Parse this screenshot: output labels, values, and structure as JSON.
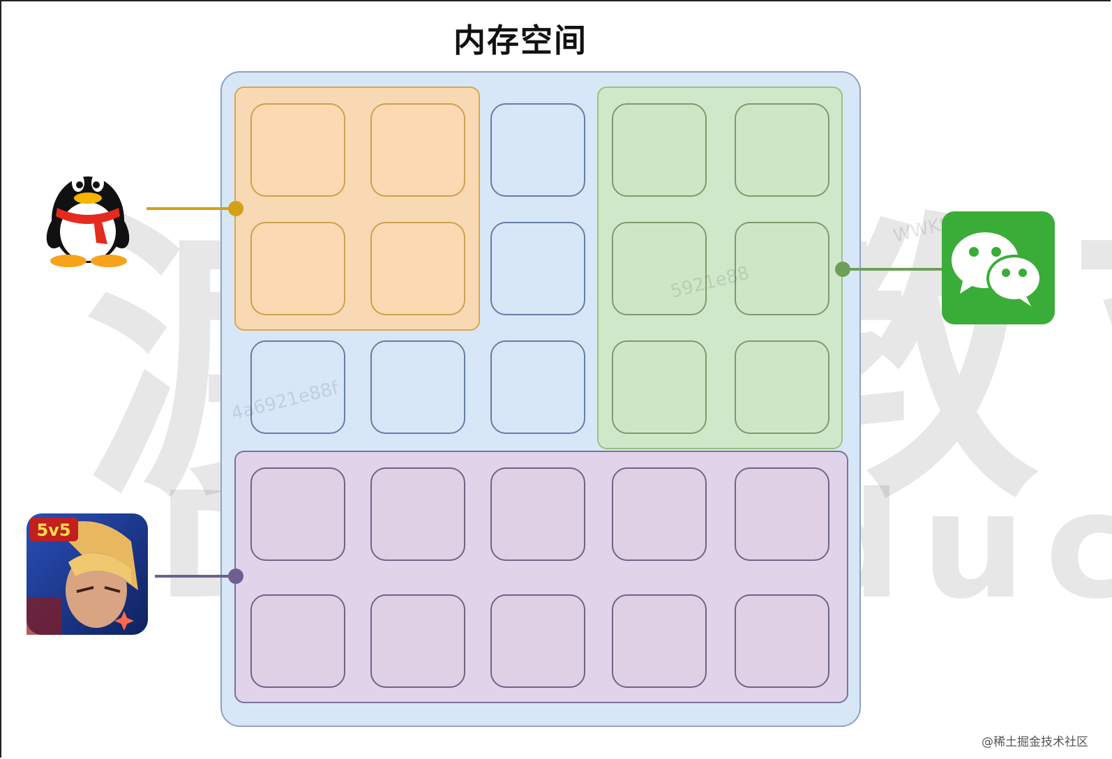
{
  "title": "内存空间",
  "watermark": {
    "chinese": "渡一教育",
    "english": "Duyi Education",
    "id_fragments": [
      "4a6921e88f",
      "5921e88",
      "WWKt"
    ]
  },
  "credit": "@稀土掘金技术社区",
  "colors": {
    "memory_bg": "#d7e7f8",
    "qq_region": "#fcd8b3",
    "wechat_region": "#cfe6c6",
    "game_region": "#e0d0e6",
    "qq_connector": "#d4a017",
    "wechat_connector": "#6f9e5b",
    "game_connector": "#6d5f8e"
  },
  "apps": [
    {
      "name": "qq",
      "icon": "penguin-icon",
      "connector_color": "#d4a017"
    },
    {
      "name": "wechat",
      "icon": "chat-bubbles-icon",
      "connector_color": "#6f9e5b"
    },
    {
      "name": "game",
      "icon": "game-5v5-icon",
      "badge": "5v5",
      "connector_color": "#6d5f8e"
    }
  ]
}
